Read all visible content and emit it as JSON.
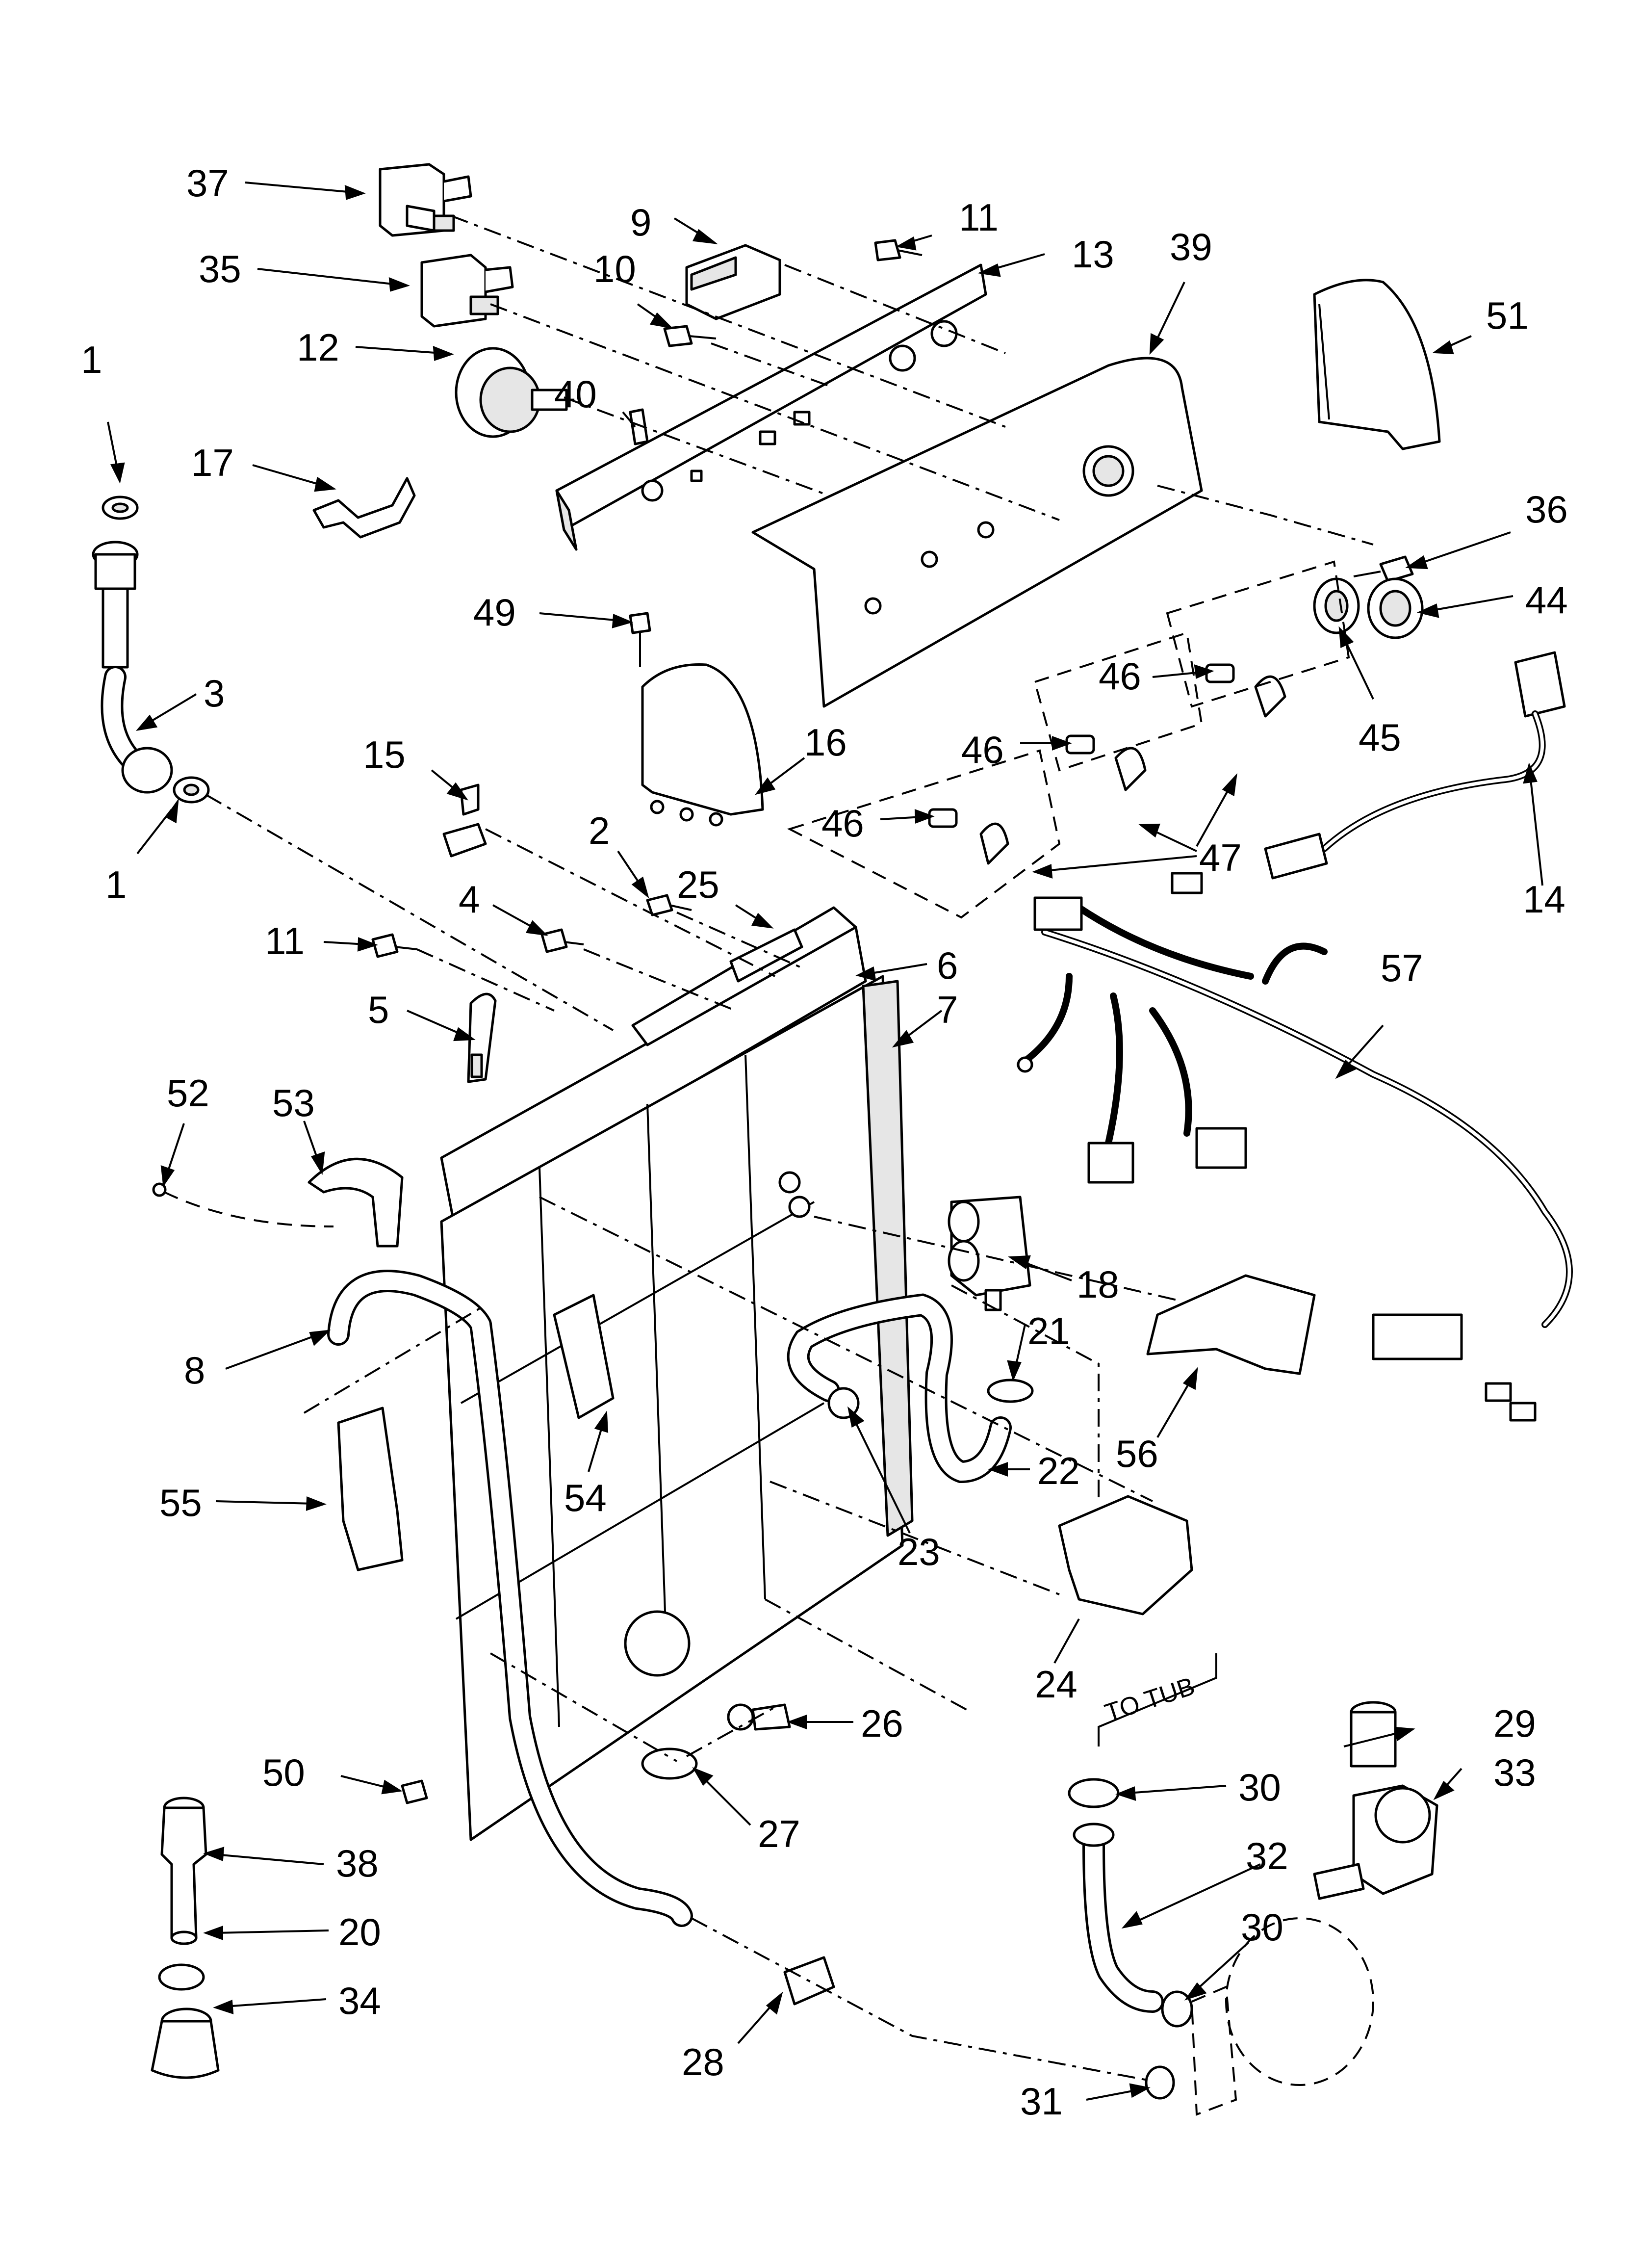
{
  "callouts": [
    {
      "id": "c37",
      "text": "37"
    },
    {
      "id": "c35",
      "text": "35"
    },
    {
      "id": "c12",
      "text": "12"
    },
    {
      "id": "c17",
      "text": "17"
    },
    {
      "id": "c1a",
      "text": "1"
    },
    {
      "id": "c3",
      "text": "3"
    },
    {
      "id": "c1b",
      "text": "1"
    },
    {
      "id": "c9",
      "text": "9"
    },
    {
      "id": "c10",
      "text": "10"
    },
    {
      "id": "c40",
      "text": "40"
    },
    {
      "id": "c11a",
      "text": "11"
    },
    {
      "id": "c13",
      "text": "13"
    },
    {
      "id": "c39",
      "text": "39"
    },
    {
      "id": "c51",
      "text": "51"
    },
    {
      "id": "c36",
      "text": "36"
    },
    {
      "id": "c44",
      "text": "44"
    },
    {
      "id": "c45",
      "text": "45"
    },
    {
      "id": "c49",
      "text": "49"
    },
    {
      "id": "c16",
      "text": "16"
    },
    {
      "id": "c46a",
      "text": "46"
    },
    {
      "id": "c46b",
      "text": "46"
    },
    {
      "id": "c46c",
      "text": "46"
    },
    {
      "id": "c47",
      "text": "47"
    },
    {
      "id": "c14",
      "text": "14"
    },
    {
      "id": "c15",
      "text": "15"
    },
    {
      "id": "c2",
      "text": "2"
    },
    {
      "id": "c25",
      "text": "25"
    },
    {
      "id": "c4",
      "text": "4"
    },
    {
      "id": "c11b",
      "text": "11"
    },
    {
      "id": "c6",
      "text": "6"
    },
    {
      "id": "c7",
      "text": "7"
    },
    {
      "id": "c57",
      "text": "57"
    },
    {
      "id": "c5",
      "text": "5"
    },
    {
      "id": "c52",
      "text": "52"
    },
    {
      "id": "c53",
      "text": "53"
    },
    {
      "id": "c18",
      "text": "18"
    },
    {
      "id": "c8",
      "text": "8"
    },
    {
      "id": "c21",
      "text": "21"
    },
    {
      "id": "c56",
      "text": "56"
    },
    {
      "id": "c22",
      "text": "22"
    },
    {
      "id": "c55",
      "text": "55"
    },
    {
      "id": "c54",
      "text": "54"
    },
    {
      "id": "c23",
      "text": "23"
    },
    {
      "id": "c24",
      "text": "24"
    },
    {
      "id": "c26",
      "text": "26"
    },
    {
      "id": "c29",
      "text": "29"
    },
    {
      "id": "c50",
      "text": "50"
    },
    {
      "id": "c27",
      "text": "27"
    },
    {
      "id": "c30a",
      "text": "30"
    },
    {
      "id": "c33",
      "text": "33"
    },
    {
      "id": "c38",
      "text": "38"
    },
    {
      "id": "c32",
      "text": "32"
    },
    {
      "id": "c20",
      "text": "20"
    },
    {
      "id": "c30b",
      "text": "30"
    },
    {
      "id": "c34",
      "text": "34"
    },
    {
      "id": "c28",
      "text": "28"
    },
    {
      "id": "c31",
      "text": "31"
    }
  ],
  "notes": {
    "to_tub": "TO TUB"
  }
}
